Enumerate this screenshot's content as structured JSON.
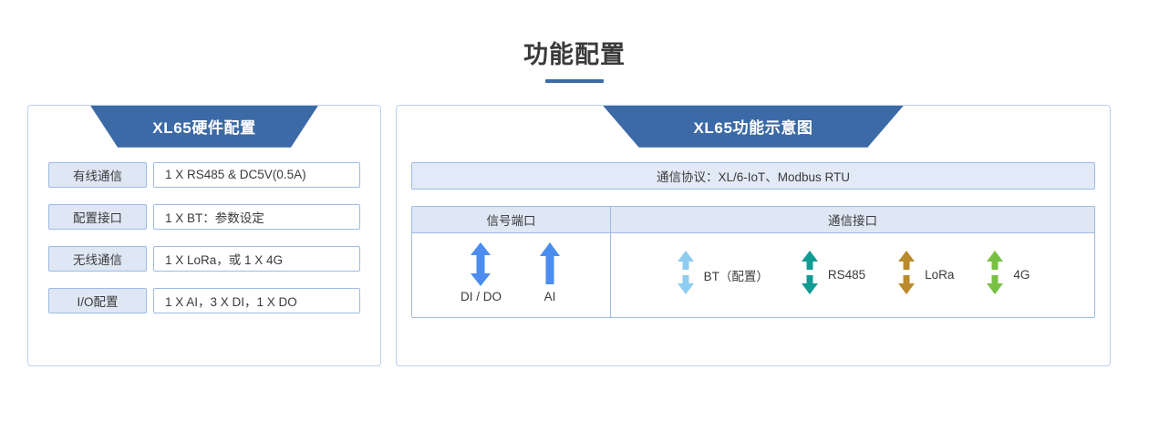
{
  "page": {
    "title": "功能配置"
  },
  "left_panel": {
    "banner_title": "XL65硬件配置",
    "rows": [
      {
        "key": "有线通信",
        "value": "1 X RS485 & DC5V(0.5A)"
      },
      {
        "key": "配置接口",
        "value": "1 X BT：参数设定"
      },
      {
        "key": "无线通信",
        "value": "1 X LoRa，或 1 X 4G"
      },
      {
        "key": "I/O配置",
        "value": "1 X AI，3 X DI，1 X DO"
      }
    ]
  },
  "right_panel": {
    "banner_title": "XL65功能示意图",
    "protocol": "通信协议：XL/6-IoT、Modbus RTU",
    "table": {
      "headers": [
        "信号端口",
        "通信接口"
      ],
      "signal_ports": [
        {
          "label": "DI / DO",
          "icon": "double-arrow-vertical-icon",
          "color": "#4a8def",
          "direction": "bidirectional"
        },
        {
          "label": "AI",
          "icon": "arrow-up-icon",
          "color": "#4a8def",
          "direction": "up"
        }
      ],
      "comm_ports": [
        {
          "label": "BT（配置）",
          "icon": "split-arrow-vertical-icon",
          "color": "#8ecdf0"
        },
        {
          "label": "RS485",
          "icon": "split-arrow-vertical-icon",
          "color": "#129b93"
        },
        {
          "label": "LoRa",
          "icon": "split-arrow-vertical-icon",
          "color": "#bb8a2c"
        },
        {
          "label": "4G",
          "icon": "split-arrow-vertical-icon",
          "color": "#78c043"
        }
      ]
    }
  },
  "colors": {
    "banner": "#3c6aa6",
    "panel_border": "#bcd2ef",
    "cell_border": "#9dbbe4",
    "key_fill": "#dfe7f5",
    "protocol_fill": "#e3eaf7",
    "title_rule": "#3e6ba5"
  }
}
